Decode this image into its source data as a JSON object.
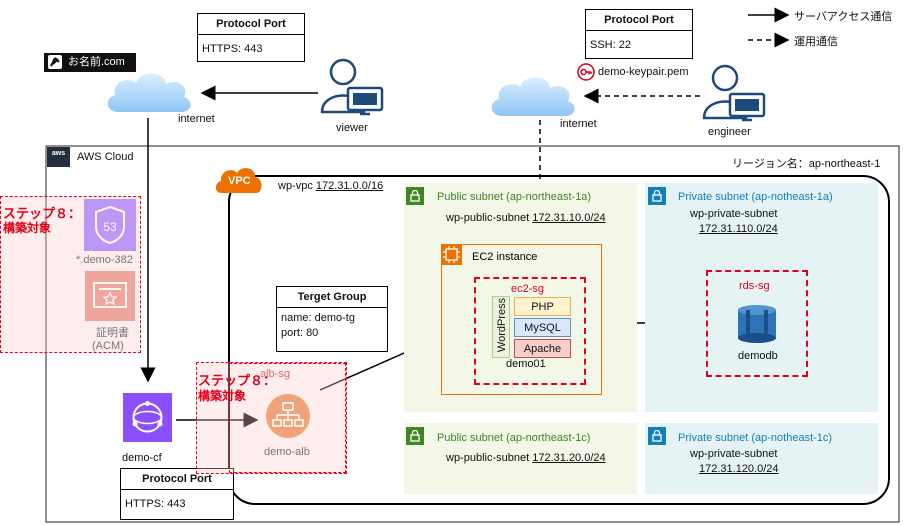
{
  "legend": {
    "solid_label": "サーバアクセス通信",
    "dashed_label": "運用通信"
  },
  "viewer_protocol": {
    "title": "Protocol Port",
    "value": "HTTPS: 443"
  },
  "engineer_protocol": {
    "title": "Protocol Port",
    "value": "SSH: 22"
  },
  "cf_protocol": {
    "title": "Protocol Port",
    "value": "HTTPS: 443"
  },
  "onamae": {
    "label": "お名前.com"
  },
  "internet_left": "internet",
  "internet_right": "internet",
  "viewer": "viewer",
  "engineer": "engineer",
  "keypair": "demo-keypair.pem",
  "aws_cloud": "AWS Cloud",
  "region": "リージョン名：ap-northeast-1",
  "vpc": {
    "badge": "VPC",
    "name": "wp-vpc",
    "cidr": "172.31.0.0/16"
  },
  "step8_left": {
    "line1": "ステップ８：",
    "line2": "構築対象"
  },
  "step8_alb": {
    "line1": "ステップ８：",
    "line2": "構築対象"
  },
  "route53": {
    "label": "*.demo-382"
  },
  "acm": {
    "line1": "証明書",
    "line2": "(ACM)"
  },
  "cloudfront": "demo-cf",
  "alb": {
    "sg": "alb-sg",
    "name": "demo-alb"
  },
  "target_group": {
    "title": "Terget Group",
    "name": "name: demo-tg",
    "port": "port: 80"
  },
  "subnets": {
    "pub_1a": {
      "title": "Public subnet (ap-northeast-1a)",
      "name": "wp-public-subnet",
      "cidr": "172.31.10.0/24"
    },
    "priv_1a": {
      "title": "Private subnet (ap-notheast-1a)",
      "name": "wp-private-subnet",
      "cidr": "172.31.110.0/24"
    },
    "pub_1c": {
      "title": "Public subnet (ap-northeast-1c)",
      "name": "wp-public-subnet",
      "cidr": "172.31.20.0/24"
    },
    "priv_1c": {
      "title": "Private subnet (ap-notheast-1c)",
      "name": "wp-private-subnet",
      "cidr": "172.31.120.0/24"
    }
  },
  "ec2": {
    "title": "EC2 instance",
    "sg": "ec2-sg",
    "name": "demo01",
    "wordpress": "WordPress",
    "php": "PHP",
    "mysql": "MySQL",
    "apache": "Apache"
  },
  "rds": {
    "sg": "rds-sg",
    "name": "demodb"
  },
  "colors": {
    "red": "#e3001b",
    "aws_orange": "#ed7100",
    "green": "#3f8624",
    "teal": "#147eba",
    "purple": "#8c4fff"
  }
}
